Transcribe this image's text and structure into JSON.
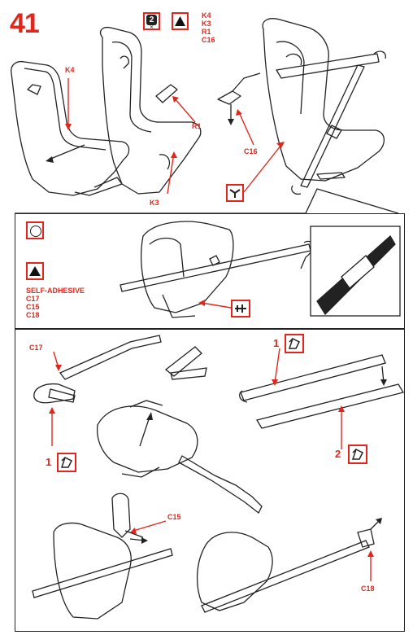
{
  "step_number": "41",
  "header": {
    "badge_number": "2",
    "parts_list": [
      "K4",
      "K3",
      "R1",
      "C16"
    ]
  },
  "top_labels": {
    "k4": "K4",
    "r1": "R1",
    "k3": "K3",
    "c16": "C16"
  },
  "middle": {
    "self_adhesive": "SELF-ADHESIVE",
    "decal_parts": [
      "C17",
      "C15",
      "C18"
    ]
  },
  "bottom_labels": {
    "c17": "C17",
    "num1_left": "1",
    "num1_right": "1",
    "num2": "2",
    "c15": "C15",
    "c18": "C18"
  },
  "colors": {
    "accent": "#e3261c",
    "line": "#222222"
  },
  "icons": [
    "glue-icon",
    "paint-triangle-icon",
    "decal-circle-icon",
    "harness-clip-icon",
    "decal-sheet-icon"
  ]
}
